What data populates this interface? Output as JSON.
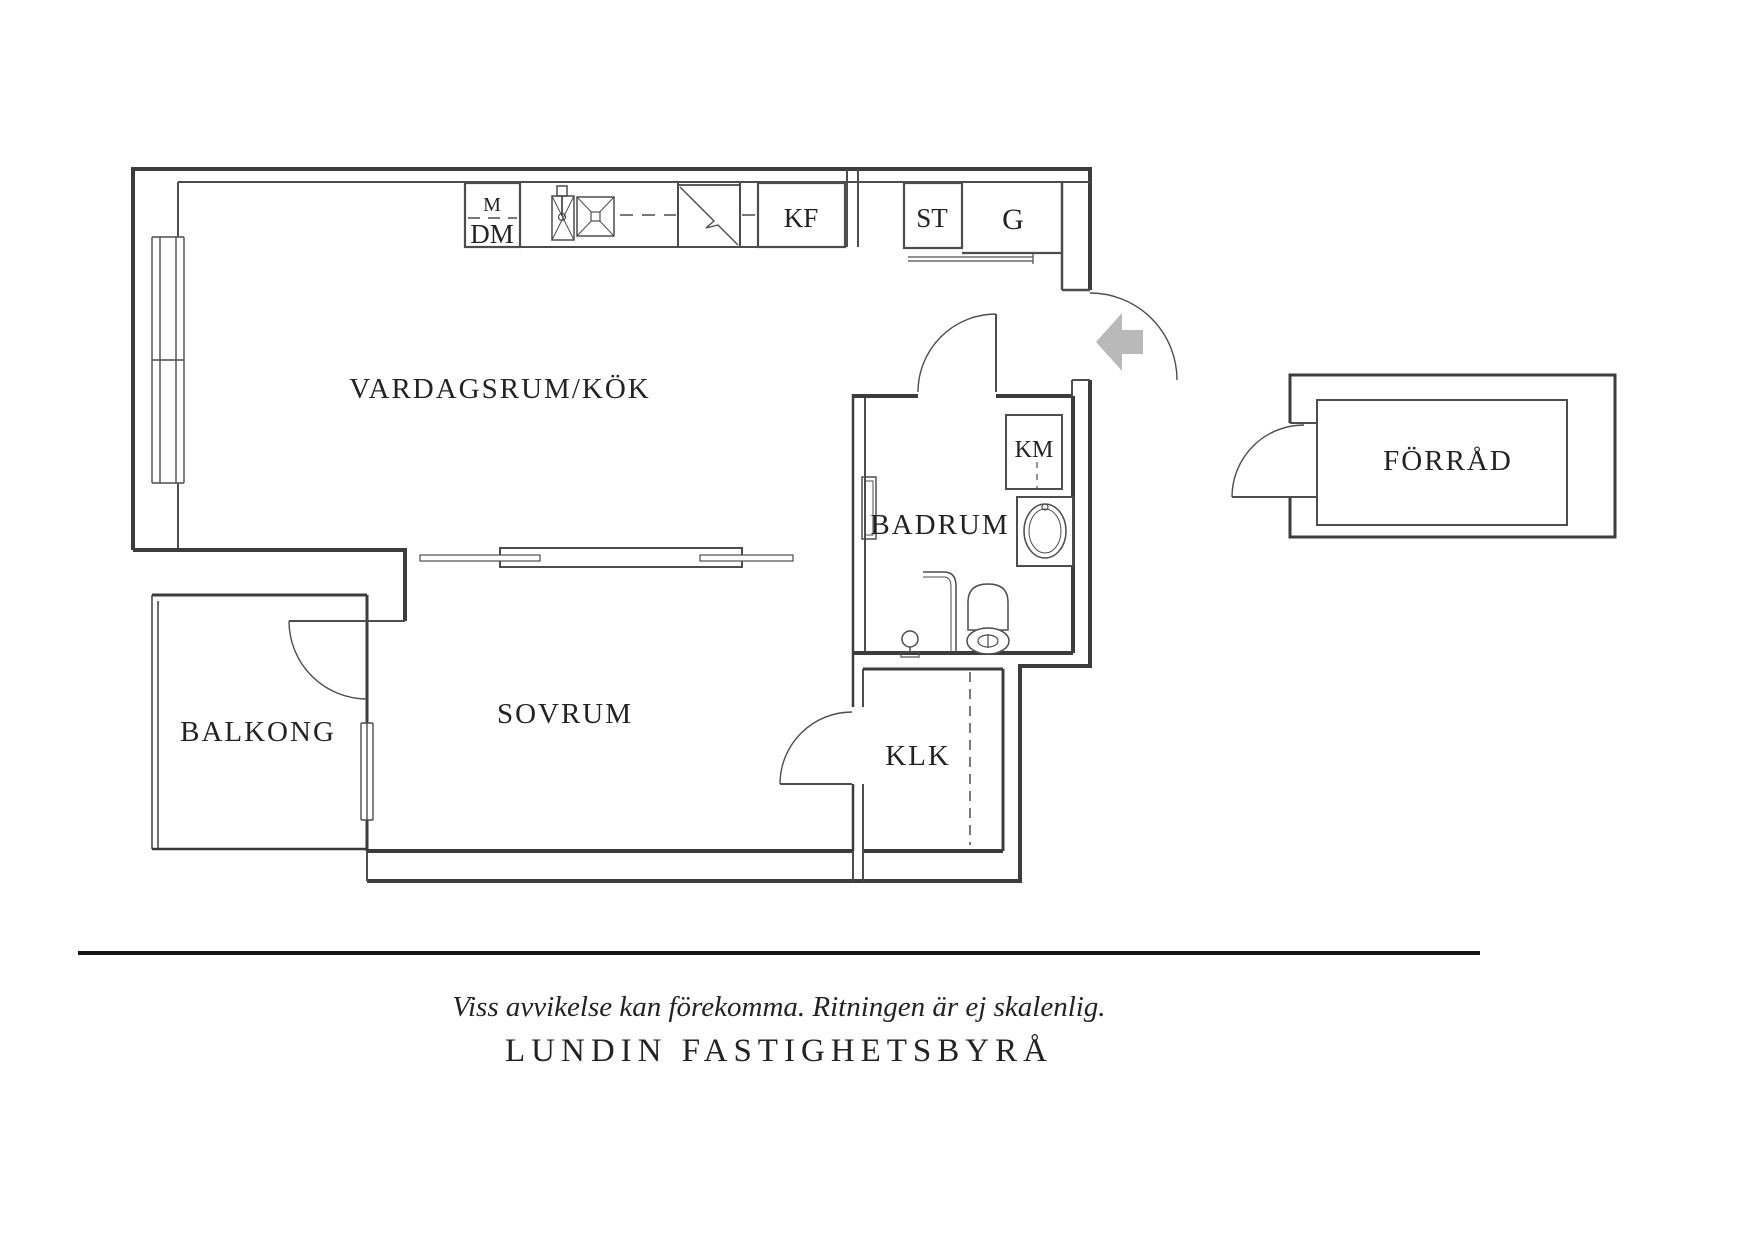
{
  "plan": {
    "rooms": {
      "living": {
        "label": "VARDAGSRUM/KÖK"
      },
      "bedroom": {
        "label": "SOVRUM"
      },
      "bathroom": {
        "label": "BADRUM"
      },
      "balcony": {
        "label": "BALKONG"
      },
      "closet": {
        "label": "KLK"
      },
      "storage": {
        "label": "FÖRRÅD"
      }
    },
    "appliances": {
      "micro": "M",
      "dishwasher": "DM",
      "fridge_freezer": "KF",
      "cleaning_closet": "ST",
      "wardrobe": "G",
      "washing_machine": "KM"
    }
  },
  "footer": {
    "disclaimer": "Viss avvikelse kan förekomma. Ritningen är ej skalenlig.",
    "brand": "LUNDIN FASTIGHETSBYRÅ"
  },
  "colors": {
    "wall": "#3c3c3c",
    "thin_line": "#4d4d4d",
    "text": "#232323",
    "entry_arrow": "#b9b9b9",
    "background": "#ffffff"
  }
}
